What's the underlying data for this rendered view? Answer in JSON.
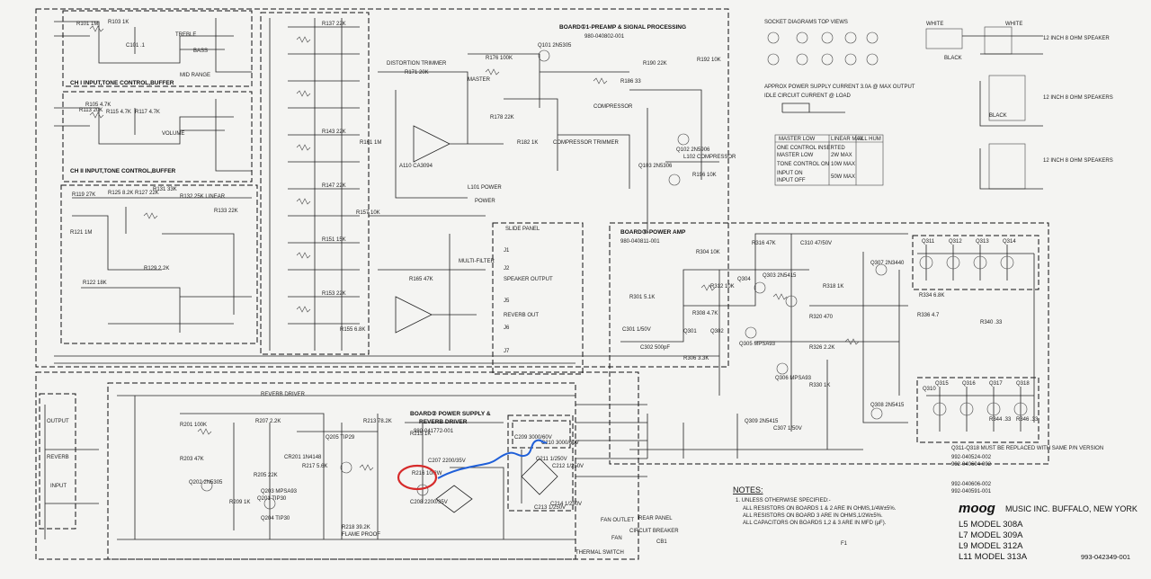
{
  "boards": {
    "board1_title": "BOARD①1-PREAMP & SIGNAL PROCESSING",
    "board1_part": "980-040802-001",
    "board2_title": "BOARD② POWER SUPPLY &",
    "board2_subtitle": "REVERB DRIVER",
    "board2_part": "980-041772-001",
    "board3_title": "BOARD③-POWER AMP",
    "board3_part": "980-040811-001"
  },
  "sections": {
    "ch1": "CH I INPUT,TONE CONTROL,BUFFER",
    "ch2": "CH II INPUT,TONE CONTROL,BUFFER",
    "treble": "TREBLE",
    "bass": "BASS",
    "mid_range": "MID RANGE",
    "volume": "VOLUME",
    "distortion_trimmer": "DISTORTION TRIMMER",
    "master": "MASTER",
    "compressor": "COMPRESSOR",
    "compressor_trimmer": "COMPRESSOR TRIMMER",
    "reverb_driver": "REVERB DRIVER",
    "power": "POWER",
    "multi_filter": "MULTI-FILTER",
    "output": "OUTPUT",
    "input": "INPUT",
    "reverb": "REVERB",
    "rear_panel": "REAR PANEL",
    "fan_outlet": "FAN OUTLET",
    "circuit_breaker": "CIRCUIT BREAKER",
    "thermal_switch": "THERMAL SWITCH",
    "flame_proof": "FLAME PROOF",
    "slide_panel": "SLIDE PANEL",
    "speaker_output": "SPEAKER OUTPUT",
    "reverb_out": "REVERB OUT"
  },
  "components": {
    "r101": "R101 1M",
    "r103": "R103 1K",
    "r105": "R105 4.7K",
    "c101": "C101 .1",
    "r113": "R113 20K",
    "r115": "R115 4.7K",
    "r117": "R117 4.7K",
    "r119": "R119 27K",
    "r121": "R121 1M",
    "r122": "R122 18K",
    "r125": "R125 8.2K",
    "r127": "R127 22K",
    "r129": "R129 2.2K",
    "r131": "R131 33K",
    "r132": "R132 25K LINEAR",
    "r133": "R133 22K",
    "r137": "R137 22K",
    "r143": "R143 22K",
    "r147": "R147 22K",
    "r151": "R151 15K",
    "r153": "R153 22K",
    "r155": "R155 6.8K",
    "r157": "R157 10K",
    "r161": "R161 1M",
    "r165": "R165 47K",
    "r171": "R171 20K",
    "r176": "R176 100K",
    "r178": "R178 22K",
    "r182": "R182 1K",
    "r186": "R186 33",
    "r190": "R190 22K",
    "r192": "R192 10K",
    "r196": "R196 10K",
    "q101": "Q101 2N5305",
    "q102": "Q102 2N5906",
    "q103": "Q103 2N5306",
    "a110": "A110 CA3094",
    "l101": "L101 POWER",
    "l102": "L102 COMPRESSOR",
    "r201": "R201 100K",
    "r203": "R203 47K",
    "r205": "R205 22K",
    "r207": "R207 2.2K",
    "r209": "R209 1K",
    "r213": "R213 78.2K",
    "r215": "R215 1K",
    "r216": "R216 10/2W",
    "r217": "R217 5.6K",
    "r218": "R218 39.2K",
    "q201": "Q201 TIP30",
    "q202": "Q202 2N5305",
    "q203": "Q203 MPSA93",
    "q204": "Q204 TIP30",
    "q205": "Q205 TIP29",
    "cr201": "CR201 1N4148",
    "c207": "C207 2200/35V",
    "c208": "C208 2200/35V",
    "c209": "C209 3000/60V",
    "c210": "C210 3000/60V",
    "c211": "C211 1/250V",
    "c212": "C212 1/250V",
    "c213": "C213 1/250V",
    "c214": "C214 1/250V",
    "r301": "R301 5.1K",
    "r304": "R304 10K",
    "r306": "R306 3.3K",
    "r308": "R308 4.7K",
    "r312": "R312 10K",
    "r316": "R316 47K",
    "r318": "R318 1K",
    "r320": "R320 470",
    "r326": "R326 2.2K",
    "r330": "R330 1K",
    "r334": "R334 6.8K",
    "r336": "R336 4.7",
    "r340": "R340 .33",
    "r344": "R344 .33",
    "r346": "R346 .33",
    "c301": "C301 1/50V",
    "c302": "C302 500pF",
    "c307": "C307 1/50V",
    "c310": "C310 47/50V",
    "q301": "Q301",
    "q302": "Q302",
    "q303": "Q303 2N5415",
    "q304": "Q304",
    "q305": "Q305 MPSA93",
    "q306": "Q306 MPSA93",
    "q307": "Q307 2N3440",
    "q308": "Q308 2N5415",
    "q309": "Q309 2N5415",
    "q310": "Q310",
    "q311": "Q311",
    "q312": "Q312",
    "q313": "Q313",
    "q314": "Q314",
    "q315": "Q315",
    "q316": "Q316",
    "q317": "Q317",
    "q318": "Q318",
    "j1": "J1",
    "j2": "J2",
    "j5": "J5",
    "j6": "J6",
    "j7": "J7",
    "cb1": "CB1",
    "fan": "FAN",
    "fuse": "F1"
  },
  "notes": {
    "heading": "NOTES:",
    "line1": "1. UNLESS OTHERWISE SPECIFIED:-",
    "line2": "ALL RESISTORS ON BOARDS 1 & 2 ARE IN OHMS,1/4W±5%.",
    "line3": "ALL RESISTORS ON BOARD 3 ARE IN OHMS,1/2W±5%.",
    "line4": "ALL CAPACITORS ON BOARDS 1,2 & 3 ARE IN MFD (µF)."
  },
  "legend": {
    "sockets": "SOCKET DIAGRAMS TOP VIEWS",
    "power_note": "APPROX POWER SUPPLY CURRENT 3.0A @ MAX OUTPUT",
    "current_note": "IDLE CIRCUIT CURRENT @ LOAD",
    "replace_note": "Q311-Q318 MUST BE REPLACED WITH SAME P/N VERSION",
    "part1": "992-040524-002",
    "part2": "992-040604-002",
    "part3": "992-040606-002",
    "part4": "992-040591-001"
  },
  "power_table": {
    "header1": "MASTER LOW",
    "header2": "LINEAR MAX",
    "header3": "ALL HUM",
    "row1": "ONE CONTROL INSERTED",
    "row2": "MASTER LOW",
    "row3": "TONE CONTROL ON",
    "row4": "INPUT ON",
    "row5": "INPUT OFF",
    "v1": "2W MAX",
    "v2": "10W MAX",
    "v3": "50W MAX"
  },
  "title_block": {
    "brand": "moog",
    "company": "MUSIC INC. BUFFALO, NEW YORK",
    "model1": "L5 MODEL 308A",
    "model2": "L7 MODEL 309A",
    "model3": "L9 MODEL 312A",
    "model4": "L11 MODEL 313A",
    "drawing_no": "993-042349-001"
  },
  "speakers": {
    "sp1": "12 INCH 8 OHM SPEAKER",
    "sp2": "12 INCH 8 OHM SPEAKERS",
    "sp3": "12 INCH 8 OHM SPEAKERS",
    "white": "WHITE",
    "black": "BLACK"
  },
  "colors": {
    "ink": "#222222",
    "paper": "#f4f4f2",
    "highlight_red": "#d62a2a",
    "annotation_blue": "#1f5fd8"
  }
}
